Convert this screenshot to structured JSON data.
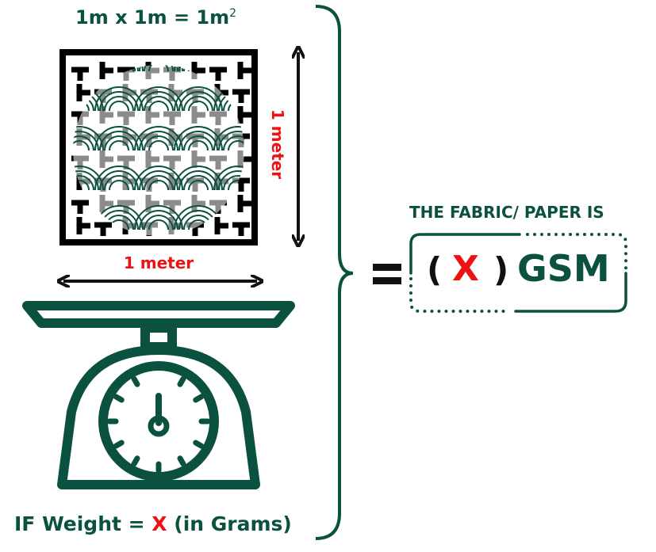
{
  "colors": {
    "green": "#0b5140",
    "red": "#ee1111",
    "black": "#111111"
  },
  "title": {
    "text": "1m x 1m  = 1m",
    "superscript": "2"
  },
  "fabric": {
    "icon": "woven-fabric-icon"
  },
  "vertical_label": "1 meter",
  "horizontal_label": "1 meter",
  "scale": {
    "icon": "weighing-scale-icon"
  },
  "weight_text": {
    "prefix": "IF Weight = ",
    "variable": "X",
    "suffix": " (in Grams)"
  },
  "result": {
    "heading": "THE FABRIC/ PAPER IS",
    "equals": "=",
    "open_paren": "(",
    "variable": "X",
    "close_paren": ")",
    "unit": "GSM"
  }
}
